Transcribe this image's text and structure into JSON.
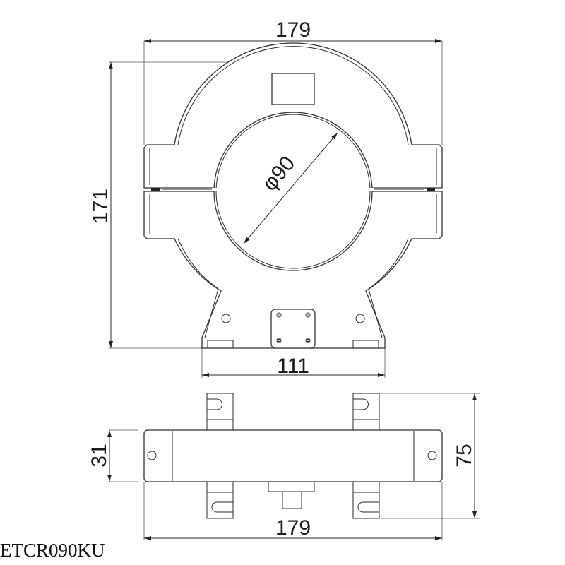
{
  "drawing": {
    "model": "ETCR090KU",
    "views": {
      "front": {
        "overall_width": "179",
        "overall_height": "171",
        "inner_diameter": "φ90",
        "base_width": "111"
      },
      "bottom": {
        "overall_width": "179",
        "body_thickness": "31",
        "overall_depth": "75"
      }
    },
    "colors": {
      "line": "#2a2a2a",
      "background": "#ffffff"
    }
  }
}
